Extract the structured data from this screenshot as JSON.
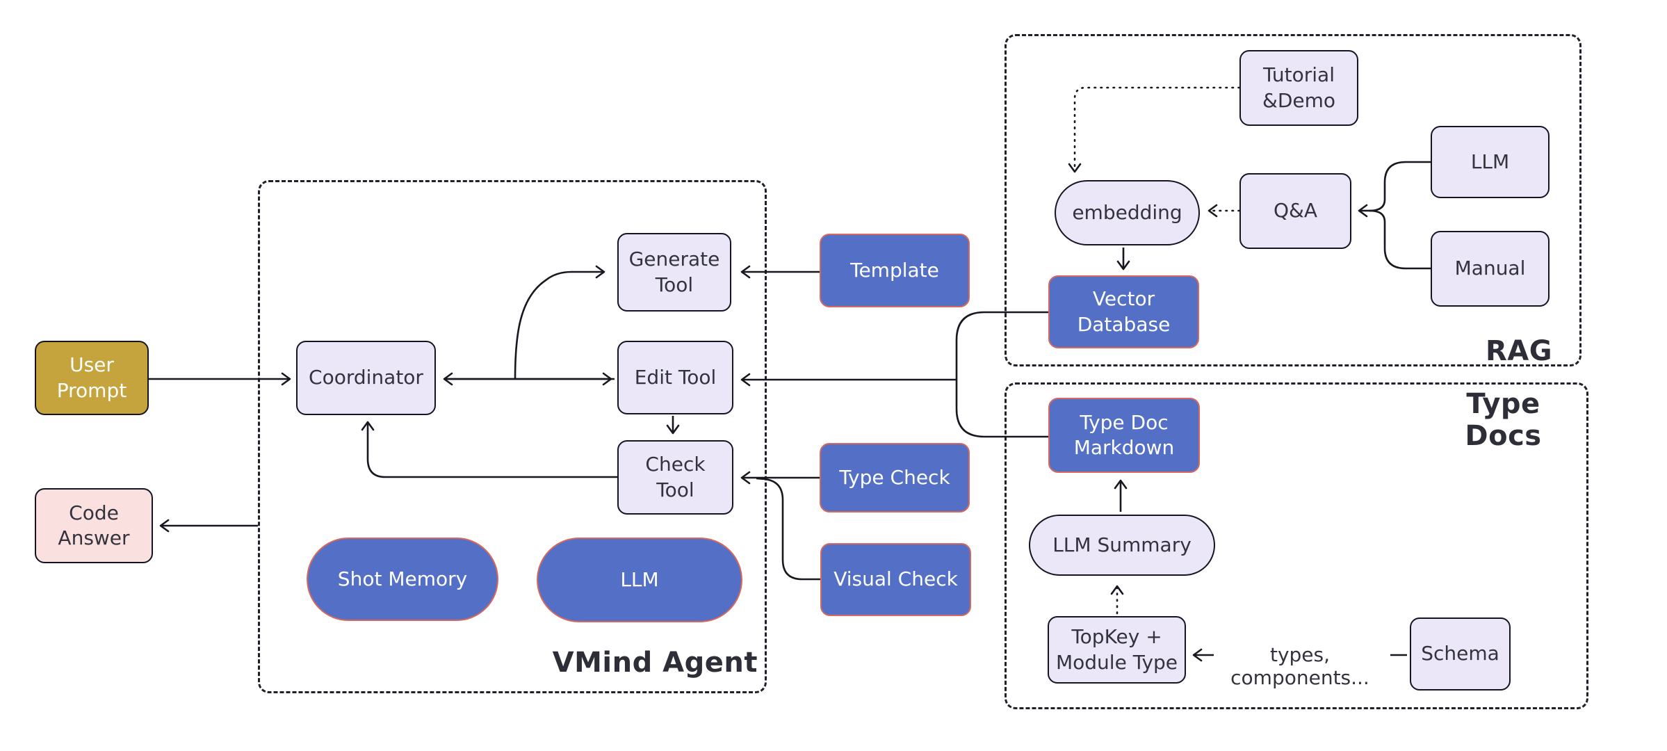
{
  "groups": {
    "vmind": {
      "label": "VMind Agent"
    },
    "rag": {
      "label": "RAG"
    },
    "type_docs": {
      "label": "Type Docs"
    }
  },
  "nodes": {
    "user_prompt": {
      "label": "User\nPrompt"
    },
    "code_answer": {
      "label": "Code\nAnswer"
    },
    "coordinator": {
      "label": "Coordinator"
    },
    "generate_tool": {
      "label": "Generate\nTool"
    },
    "edit_tool": {
      "label": "Edit Tool"
    },
    "check_tool": {
      "label": "Check\nTool"
    },
    "shot_memory": {
      "label": "Shot Memory"
    },
    "llm_agent": {
      "label": "LLM"
    },
    "template": {
      "label": "Template"
    },
    "type_check": {
      "label": "Type Check"
    },
    "visual_check": {
      "label": "Visual Check"
    },
    "tutorial_demo": {
      "label": "Tutorial\n&Demo"
    },
    "llm_rag": {
      "label": "LLM"
    },
    "qa": {
      "label": "Q&A"
    },
    "manual": {
      "label": "Manual"
    },
    "embedding": {
      "label": "embedding"
    },
    "vector_database": {
      "label": "Vector\nDatabase"
    },
    "type_doc_markdown": {
      "label": "Type Doc\nMarkdown"
    },
    "llm_summary": {
      "label": "LLM Summary"
    },
    "topkey_module_type": {
      "label": "TopKey +\nModule Type"
    },
    "schema": {
      "label": "Schema"
    }
  },
  "edge_labels": {
    "types_components": {
      "label": "types, components..."
    }
  },
  "colors": {
    "blue_fill": "#5470c6",
    "blue_border": "#d6685d",
    "lavender_fill": "#ece6f9",
    "gold_fill": "#c6a43d",
    "pink_fill": "#fbe0e0",
    "node_border": "#141422",
    "edge_stroke": "#17171f",
    "group_border": "#20202a"
  }
}
